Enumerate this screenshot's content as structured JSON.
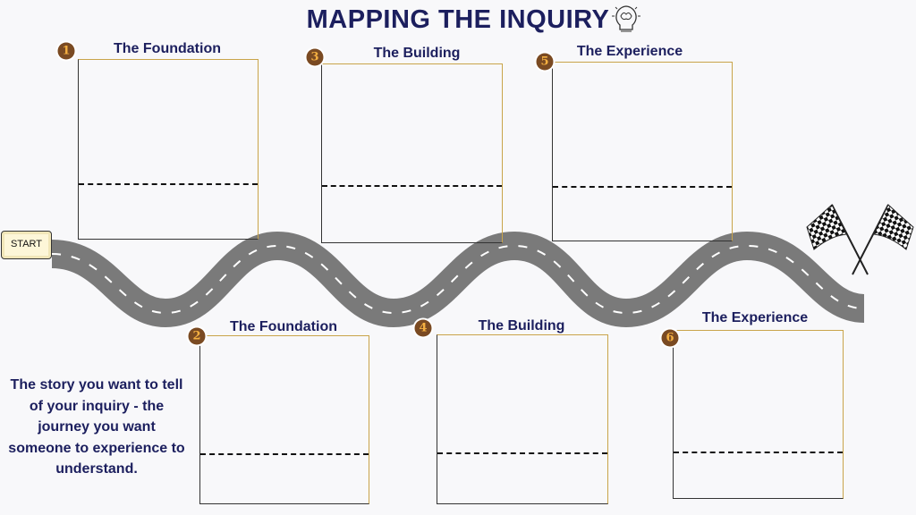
{
  "title": "MAPPING THE INQUIRY",
  "start_label": "START",
  "story_text": "The story you want to tell of your inquiry - the journey you want someone to experience to understand.",
  "stages": [
    {
      "number": "1",
      "title": "The Foundation"
    },
    {
      "number": "2",
      "title": "The Foundation"
    },
    {
      "number": "3",
      "title": "The Building"
    },
    {
      "number": "4",
      "title": "The Building"
    },
    {
      "number": "5",
      "title": "The Experience"
    },
    {
      "number": "6",
      "title": "The Experience"
    }
  ],
  "colors": {
    "title": "#1c1f5e",
    "road": "#7a7a7a",
    "box_accent": "#c9a44a",
    "badge": "#7a4a22"
  },
  "icons": [
    "lightbulb-brain-icon",
    "checkered-flags-icon"
  ]
}
